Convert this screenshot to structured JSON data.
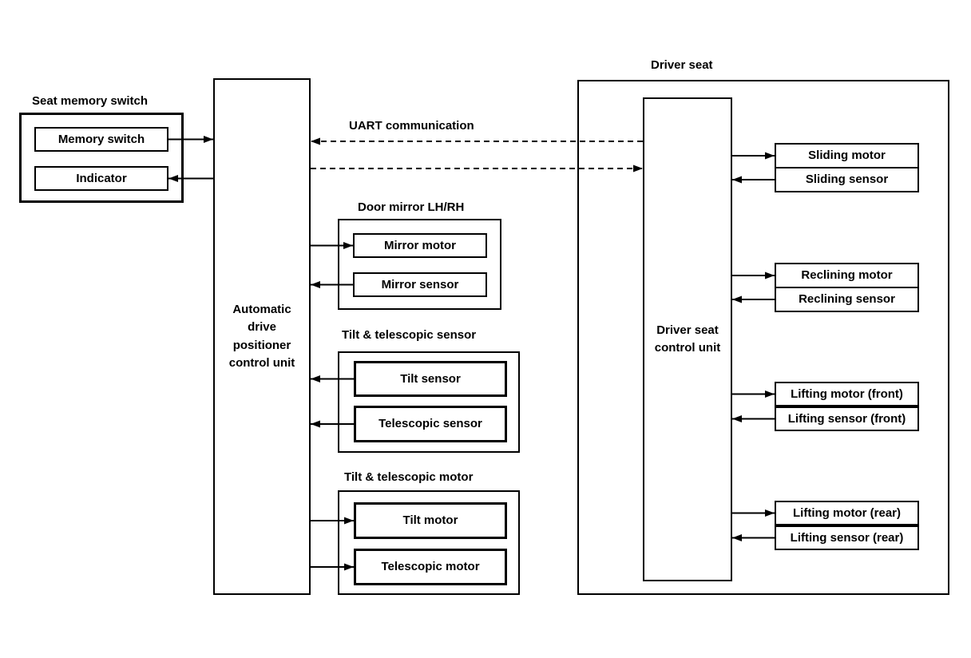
{
  "colors": {
    "background": "#ffffff",
    "line": "#000000",
    "text": "#000000"
  },
  "seat_memory_switch": {
    "title": "Seat memory switch",
    "memory_switch_label": "Memory switch",
    "indicator_label": "Indicator"
  },
  "adp_control_unit_label": "Automatic\ndrive\npositioner\ncontrol unit",
  "uart_label": "UART communication",
  "door_mirror": {
    "title": "Door mirror LH/RH",
    "motor_label": "Mirror motor",
    "sensor_label": "Mirror sensor"
  },
  "tilt_telescopic_sensor": {
    "title": "Tilt & telescopic sensor",
    "tilt_label": "Tilt sensor",
    "telescopic_label": "Telescopic sensor"
  },
  "tilt_telescopic_motor": {
    "title": "Tilt & telescopic motor",
    "tilt_label": "Tilt motor",
    "telescopic_label": "Telescopic motor"
  },
  "driver_seat": {
    "title": "Driver seat",
    "control_unit_label": "Driver seat\ncontrol unit",
    "pairs": [
      {
        "motor": "Sliding motor",
        "sensor": "Sliding sensor"
      },
      {
        "motor": "Reclining motor",
        "sensor": "Reclining sensor"
      },
      {
        "motor": "Lifting motor (front)",
        "sensor": "Lifting sensor (front)"
      },
      {
        "motor": "Lifting motor (rear)",
        "sensor": "Lifting sensor (rear)"
      }
    ]
  },
  "connections": [
    {
      "from": "Memory switch",
      "to": "Automatic drive positioner control unit",
      "style": "solid"
    },
    {
      "from": "Automatic drive positioner control unit",
      "to": "Indicator",
      "style": "solid"
    },
    {
      "from": "Driver seat control unit",
      "to": "Automatic drive positioner control unit",
      "style": "dashed",
      "label": "UART communication"
    },
    {
      "from": "Automatic drive positioner control unit",
      "to": "Driver seat control unit",
      "style": "dashed",
      "label": "UART communication"
    },
    {
      "from": "Automatic drive positioner control unit",
      "to": "Mirror motor",
      "style": "solid"
    },
    {
      "from": "Mirror sensor",
      "to": "Automatic drive positioner control unit",
      "style": "solid"
    },
    {
      "from": "Tilt sensor",
      "to": "Automatic drive positioner control unit",
      "style": "solid"
    },
    {
      "from": "Telescopic sensor",
      "to": "Automatic drive positioner control unit",
      "style": "solid"
    },
    {
      "from": "Automatic drive positioner control unit",
      "to": "Tilt motor",
      "style": "solid"
    },
    {
      "from": "Automatic drive positioner control unit",
      "to": "Telescopic motor",
      "style": "solid"
    },
    {
      "from": "Driver seat control unit",
      "to": "Sliding motor",
      "style": "solid"
    },
    {
      "from": "Sliding sensor",
      "to": "Driver seat control unit",
      "style": "solid"
    },
    {
      "from": "Driver seat control unit",
      "to": "Reclining motor",
      "style": "solid"
    },
    {
      "from": "Reclining sensor",
      "to": "Driver seat control unit",
      "style": "solid"
    },
    {
      "from": "Driver seat control unit",
      "to": "Lifting motor (front)",
      "style": "solid"
    },
    {
      "from": "Lifting sensor (front)",
      "to": "Driver seat control unit",
      "style": "solid"
    },
    {
      "from": "Driver seat control unit",
      "to": "Lifting motor (rear)",
      "style": "solid"
    },
    {
      "from": "Lifting sensor (rear)",
      "to": "Driver seat control unit",
      "style": "solid"
    }
  ]
}
